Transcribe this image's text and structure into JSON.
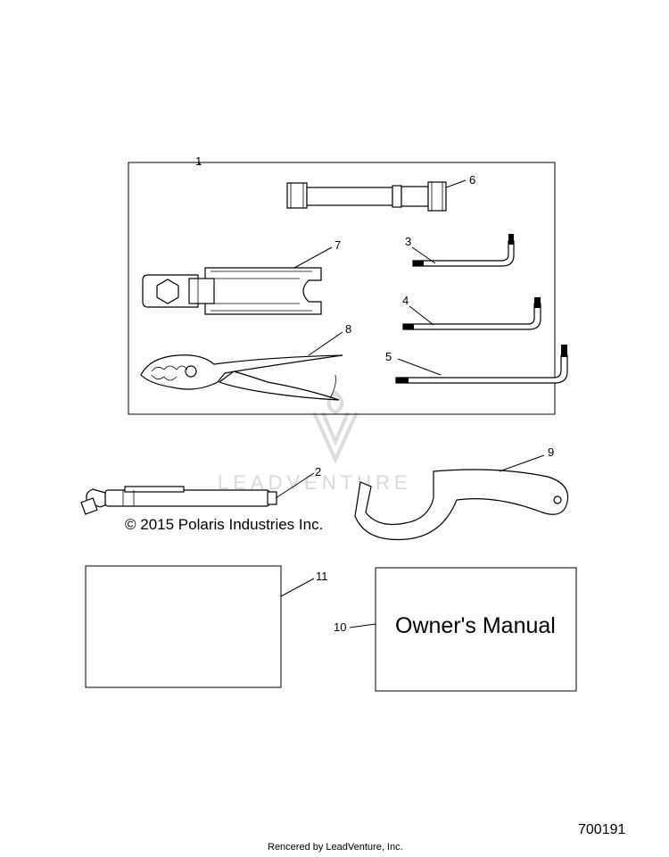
{
  "callouts": {
    "c1": "1",
    "c2": "2",
    "c3": "3",
    "c4": "4",
    "c5": "5",
    "c6": "6",
    "c7": "7",
    "c8": "8",
    "c9": "9",
    "c10": "10",
    "c11": "11"
  },
  "copyright": "© 2015 Polaris Industries Inc.",
  "manual_title": "Owner's Manual",
  "figure_number": "700191",
  "footer": "Rencered by LeadVenture, Inc.",
  "watermark": "LEADVENTURE"
}
